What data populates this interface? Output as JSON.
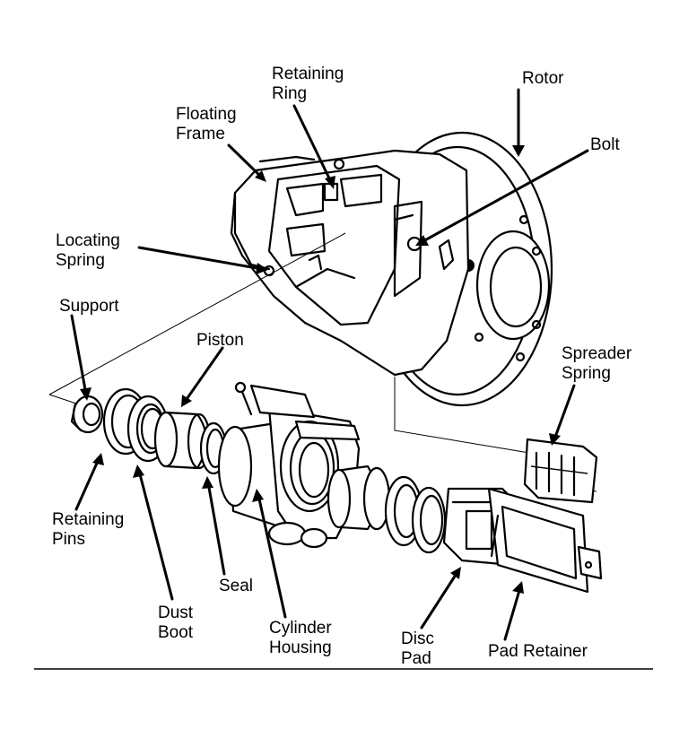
{
  "labels": {
    "retaining_ring": "Retaining\nRing",
    "rotor": "Rotor",
    "floating_frame": "Floating\nFrame",
    "bolt": "Bolt",
    "locating_spring": "Locating\nSpring",
    "support": "Support",
    "piston": "Piston",
    "spreader_spring": "Spreader\nSpring",
    "retaining_pins": "Retaining\nPins",
    "seal": "Seal",
    "dust_boot": "Dust\nBoot",
    "cylinder_housing": "Cylinder\nHousing",
    "disc_pad": "Disc\nPad",
    "pad_retainer": "Pad Retainer"
  }
}
